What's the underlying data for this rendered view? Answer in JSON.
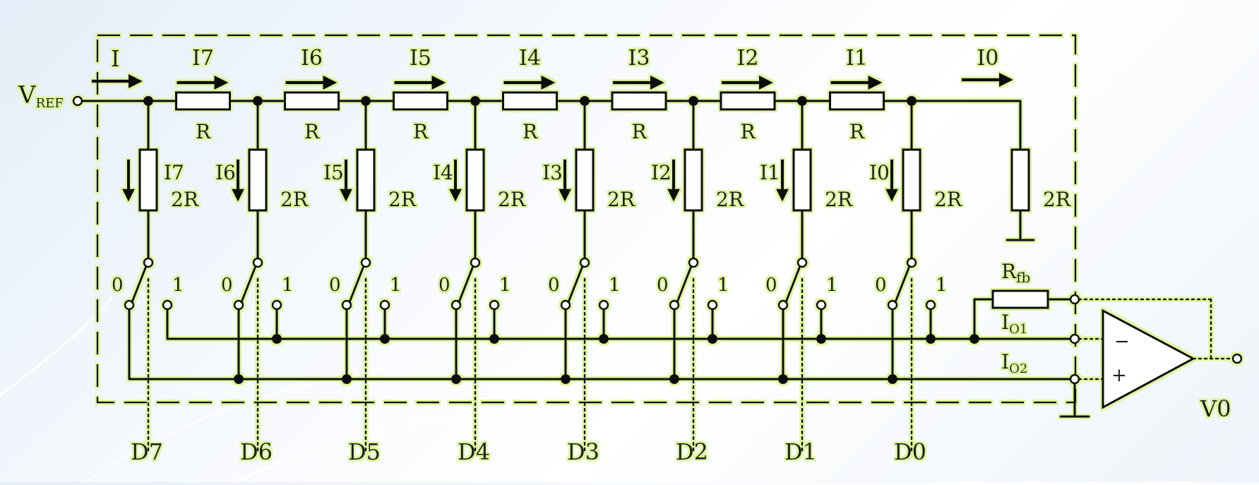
{
  "diagram": {
    "vref_main": "V",
    "vref_sub": "REF",
    "input_current": "I",
    "series_current_labels": [
      "I7",
      "I6",
      "I5",
      "I4",
      "I3",
      "I2",
      "I1",
      "I0"
    ],
    "series_resistor_label": "R",
    "branch_current_labels": [
      "I7",
      "I6",
      "I5",
      "I4",
      "I3",
      "I2",
      "I1",
      "I0"
    ],
    "branch_resistor_label": "2R",
    "terminating_resistor_label": "2R",
    "switch_pos0_label": "0",
    "switch_pos1_label": "1",
    "digit_labels": [
      "D7",
      "D6",
      "D5",
      "D4",
      "D3",
      "D2",
      "D1",
      "D0"
    ],
    "feedback_resistor_main": "R",
    "feedback_resistor_sub": "fb",
    "io1_main": "I",
    "io1_sub": "O1",
    "io2_main": "I",
    "io2_sub": "O2",
    "opamp_minus": "−",
    "opamp_plus": "+",
    "output_label": "V0"
  },
  "colors": {
    "wire": "#111111",
    "glow": "#dff5a0",
    "background_light": "#ffffff",
    "background_blue": "#dce8f5"
  }
}
